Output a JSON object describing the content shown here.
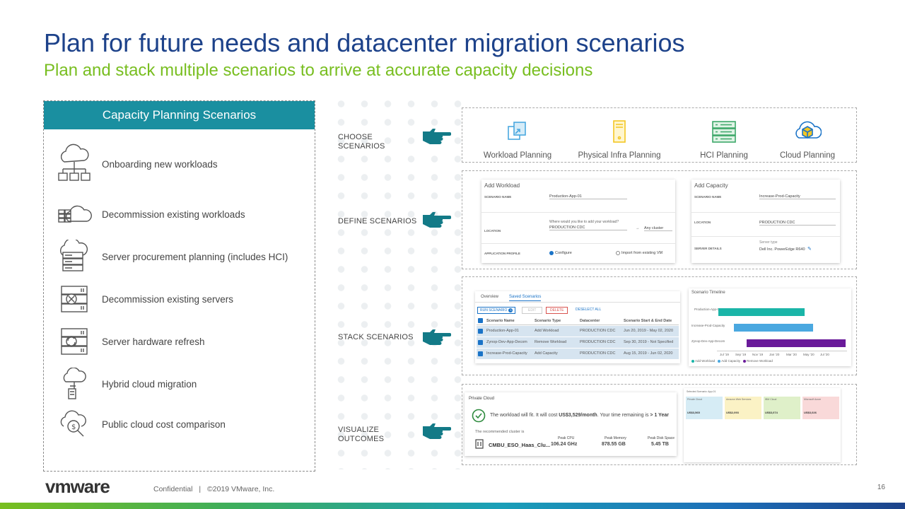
{
  "slide": {
    "title": "Plan for future needs and datacenter migration scenarios",
    "subtitle": "Plan and stack multiple scenarios to arrive at accurate capacity decisions",
    "page_number": "16"
  },
  "left_panel": {
    "header": "Capacity Planning Scenarios",
    "items": [
      {
        "label": "Onboarding  new workloads",
        "icon": "cloud-network-icon"
      },
      {
        "label": "Decommission  existing  workloads",
        "icon": "cloud-bricks-icon"
      },
      {
        "label": "Server procurement planning  (includes HCI)",
        "icon": "cloud-server-icon"
      },
      {
        "label": "Decommission  existing  servers",
        "icon": "server-remove-icon"
      },
      {
        "label": "Server hardware  refresh",
        "icon": "server-refresh-icon"
      },
      {
        "label": "Hybrid cloud migration",
        "icon": "hybrid-cloud-icon"
      },
      {
        "label": "Public cloud cost comparison",
        "icon": "cloud-cost-icon"
      }
    ]
  },
  "steps": {
    "choose": "CHOOSE\nSCENARIOS",
    "define": "DEFINE SCENARIOS",
    "stack": "STACK SCENARIOS",
    "visualize": "VISUALIZE\nOUTCOMES"
  },
  "planning_types": [
    {
      "label": "Workload Planning",
      "icon": "workload-icon"
    },
    {
      "label": "Physical Infra Planning",
      "icon": "server-tower-icon"
    },
    {
      "label": "HCI Planning",
      "icon": "hci-icon"
    },
    {
      "label": "Cloud Planning",
      "icon": "cloud-cube-icon"
    }
  ],
  "add_workload": {
    "title": "Add Workload",
    "scenario_name_label": "SCENARIO NAME",
    "scenario_name_value": "Production-App-01",
    "location_label": "LOCATION",
    "location_question": "Where would you like to add your workload?",
    "location_value": "PRODUCTION CDC",
    "any_cluster": "Any cluster",
    "app_profile_label": "APPLICATION PROFILE",
    "configure": "Configure",
    "import_vm": "Import from existing VM"
  },
  "add_capacity": {
    "title": "Add Capacity",
    "scenario_name_label": "SCENARIO NAME",
    "scenario_name_value": "Increase-Prod-Capacity",
    "location_label": "LOCATION",
    "location_value": "PRODUCTION CDC",
    "server_details_label": "SERVER DETAILS",
    "server_type_label": "Server type",
    "server_type_value": "Dell Inc. PowerEdge R640"
  },
  "saved_scenarios": {
    "tabs": [
      "Overview",
      "Saved Scenarios"
    ],
    "buttons": {
      "run": "RUN SCENARIO",
      "run_count": "3",
      "edit": "EDIT",
      "delete": "DELETE",
      "deselect": "DESELECT ALL"
    },
    "columns": [
      "Scenario Name",
      "Scenario Type",
      "Datacenter",
      "Scenario Start & End Date"
    ],
    "rows": [
      [
        "Production-App-01",
        "Add Workload",
        "PRODUCTION CDC",
        "Jun 20, 2019 - May 02, 2020"
      ],
      [
        "Zynop-Dev-App-Decom",
        "Remove Workload",
        "PRODUCTION CDC",
        "Sep 30, 2019 - Not Specified"
      ],
      [
        "Increase-Prod-Capacity",
        "Add Capacity",
        "PRODUCTION CDC",
        "Aug 15, 2019 - Jun 02, 2020"
      ]
    ]
  },
  "timeline": {
    "title": "Scenario Timeline",
    "rows": [
      "Production-App-01",
      "Increase-Prod-Capacity",
      "Zynop-Dev-App-Decom"
    ],
    "ticks": [
      "Jul '19",
      "Sep '19",
      "Nov '19",
      "Jan '20",
      "Mar '20",
      "May '20",
      "Jul '20"
    ],
    "legend": [
      "Add Workload",
      "Add Capacity",
      "Remove Workload"
    ],
    "colors": [
      "#1ab5a8",
      "#4aa8e0",
      "#6a1b9a"
    ]
  },
  "private_cloud": {
    "title": "Private Cloud",
    "message_prefix": "The workload will fit. It will cost ",
    "cost": "US$3,529/month",
    "message_mid": ". Your time remaining is ",
    "remaining": "> 1 Year",
    "recommended": "The recommended cluster is",
    "cluster": "CMBU_ESO_Haas_Clu...",
    "metrics": [
      {
        "label": "Peak CPU",
        "value": "106.24 GHz"
      },
      {
        "label": "Peak Memory",
        "value": "878.55 GB"
      },
      {
        "label": "Peak Disk Space",
        "value": "5.45 TB"
      }
    ]
  },
  "comparison": {
    "title": "Selected Scenario: App-01",
    "columns": [
      {
        "name": "Private Cloud",
        "cost": "US$3,565",
        "color": "#d6ecf5"
      },
      {
        "name": "Amazon Web Services",
        "cost": "US$2,093",
        "color": "#fbf2c5"
      },
      {
        "name": "IBM Cloud",
        "cost": "US$3,074",
        "color": "#dff0c9"
      },
      {
        "name": "Microsoft Azure",
        "cost": "US$3,026",
        "color": "#f9d9d9"
      }
    ]
  },
  "footer": {
    "logo": "vmware",
    "confidential": "Confidential",
    "separator": "|",
    "copyright": "©2019 VMware, Inc."
  }
}
